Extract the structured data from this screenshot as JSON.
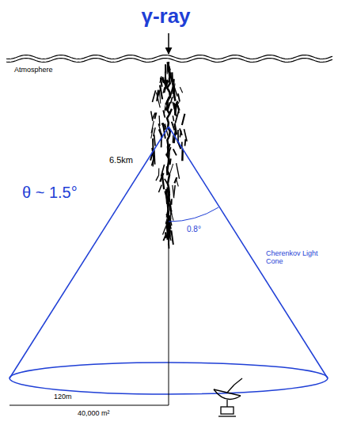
{
  "diagram": {
    "title": "γ-ray",
    "labels": [
      "Atmosphere",
      "6.5km",
      "θ ~ 1.5°",
      "0.8°",
      "Cherenkov Light Cone",
      "120m",
      "40,000 m²"
    ]
  }
}
